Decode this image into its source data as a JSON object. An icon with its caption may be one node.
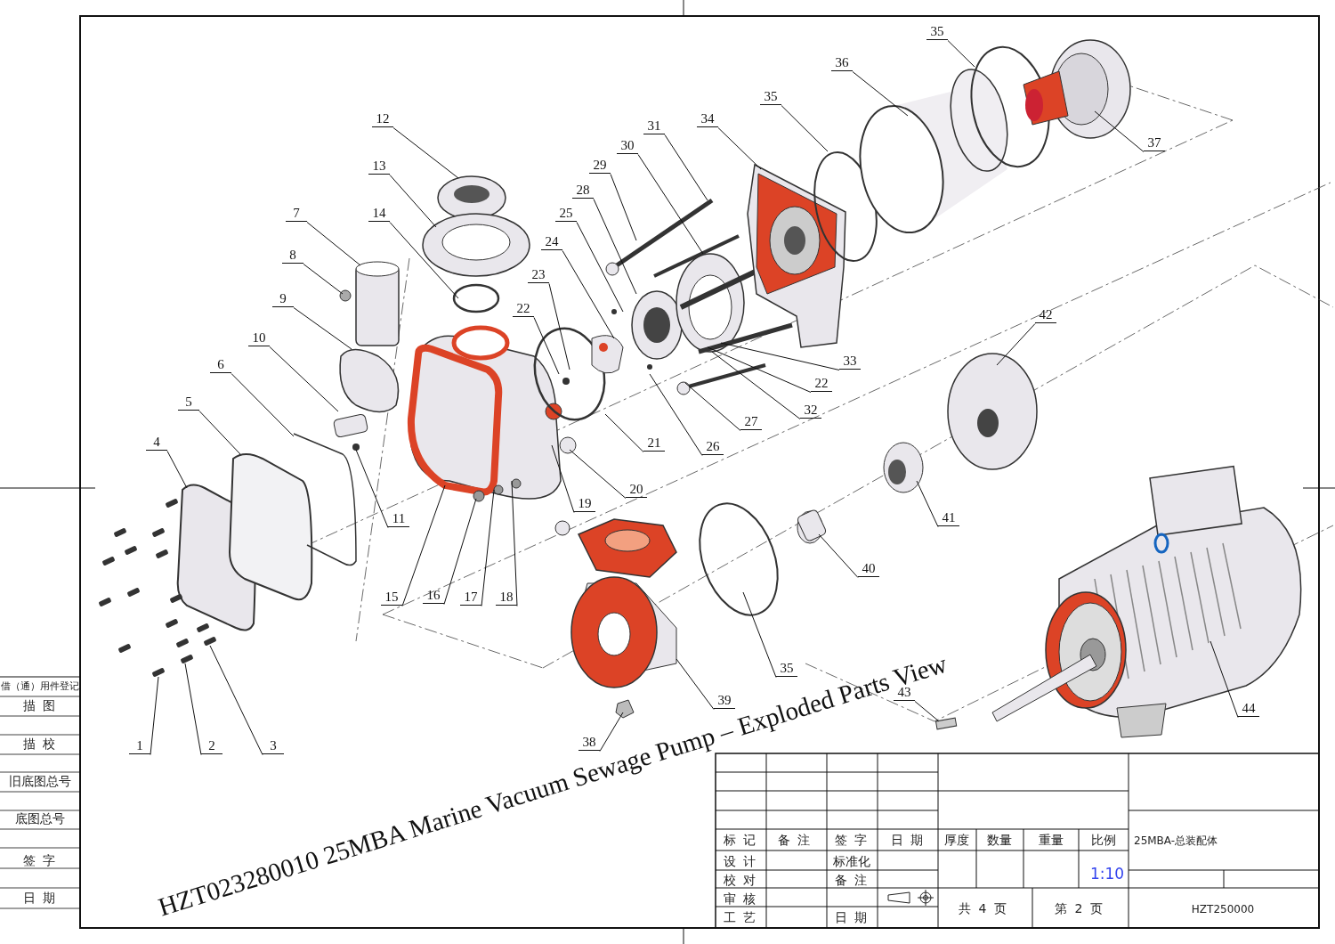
{
  "diagram": {
    "title": "HZT023280010 25MBA Marine Vacuum Sewage Pump – Exploded Parts View",
    "nodes": [
      {
        "text": [
          "1"
        ]
      },
      {
        "text": [
          "2"
        ]
      },
      {
        "text": [
          "3"
        ]
      },
      {
        "text": [
          "4"
        ]
      },
      {
        "text": [
          "5"
        ]
      },
      {
        "text": [
          "6"
        ]
      },
      {
        "text": [
          "7"
        ]
      },
      {
        "text": [
          "8"
        ]
      },
      {
        "text": [
          "9"
        ]
      },
      {
        "text": [
          "10"
        ]
      },
      {
        "text": [
          "11"
        ]
      },
      {
        "text": [
          "12"
        ]
      },
      {
        "text": [
          "13"
        ]
      },
      {
        "text": [
          "14"
        ]
      },
      {
        "text": [
          "15"
        ]
      },
      {
        "text": [
          "16"
        ]
      },
      {
        "text": [
          "17"
        ]
      },
      {
        "text": [
          "18"
        ]
      },
      {
        "text": [
          "19"
        ]
      },
      {
        "text": [
          "20"
        ]
      },
      {
        "text": [
          "21"
        ]
      },
      {
        "text": [
          "22"
        ]
      },
      {
        "text": [
          "22"
        ]
      },
      {
        "text": [
          "23"
        ]
      },
      {
        "text": [
          "24"
        ]
      },
      {
        "text": [
          "25"
        ]
      },
      {
        "text": [
          "26"
        ]
      },
      {
        "text": [
          "27"
        ]
      },
      {
        "text": [
          "28"
        ]
      },
      {
        "text": [
          "29"
        ]
      },
      {
        "text": [
          "30"
        ]
      },
      {
        "text": [
          "31"
        ]
      },
      {
        "text": [
          "32"
        ]
      },
      {
        "text": [
          "33"
        ]
      },
      {
        "text": [
          "34"
        ]
      },
      {
        "text": [
          "35"
        ]
      },
      {
        "text": [
          "35"
        ]
      },
      {
        "text": [
          "35"
        ]
      },
      {
        "text": [
          "36"
        ]
      },
      {
        "text": [
          "37"
        ]
      },
      {
        "text": [
          "38"
        ]
      },
      {
        "text": [
          "39"
        ]
      },
      {
        "text": [
          "40"
        ]
      },
      {
        "text": [
          "41"
        ]
      },
      {
        "text": [
          "42"
        ]
      },
      {
        "text": [
          "43"
        ]
      },
      {
        "text": [
          "44"
        ]
      }
    ],
    "edges": [
      {
        "from": 0,
        "to": null,
        "arrow": "none"
      },
      {
        "from": 1,
        "to": null,
        "arrow": "none"
      },
      {
        "from": 2,
        "to": null,
        "arrow": "none"
      },
      {
        "from": 3,
        "to": null,
        "arrow": "none"
      },
      {
        "from": 4,
        "to": null,
        "arrow": "none"
      },
      {
        "from": 5,
        "to": null,
        "arrow": "none"
      },
      {
        "from": 6,
        "to": null,
        "arrow": "none"
      },
      {
        "from": 7,
        "to": null,
        "arrow": "none"
      },
      {
        "from": 8,
        "to": null,
        "arrow": "none"
      },
      {
        "from": 9,
        "to": null,
        "arrow": "none"
      },
      {
        "from": 10,
        "to": null,
        "arrow": "none"
      },
      {
        "from": 11,
        "to": null,
        "arrow": "none"
      },
      {
        "from": 12,
        "to": null,
        "arrow": "none"
      },
      {
        "from": 13,
        "to": null,
        "arrow": "none"
      },
      {
        "from": 14,
        "to": null,
        "arrow": "none"
      },
      {
        "from": 15,
        "to": null,
        "arrow": "none"
      },
      {
        "from": 16,
        "to": null,
        "arrow": "none"
      },
      {
        "from": 17,
        "to": null,
        "arrow": "none"
      },
      {
        "from": 18,
        "to": null,
        "arrow": "none"
      },
      {
        "from": 19,
        "to": null,
        "arrow": "none"
      },
      {
        "from": 20,
        "to": null,
        "arrow": "none"
      },
      {
        "from": 21,
        "to": null,
        "arrow": "none"
      },
      {
        "from": 22,
        "to": null,
        "arrow": "none"
      },
      {
        "from": 23,
        "to": null,
        "arrow": "none"
      },
      {
        "from": 24,
        "to": null,
        "arrow": "none"
      },
      {
        "from": 25,
        "to": null,
        "arrow": "none"
      },
      {
        "from": 26,
        "to": null,
        "arrow": "none"
      },
      {
        "from": 27,
        "to": null,
        "arrow": "none"
      },
      {
        "from": 28,
        "to": null,
        "arrow": "none"
      },
      {
        "from": 29,
        "to": null,
        "arrow": "none"
      },
      {
        "from": 30,
        "to": null,
        "arrow": "none"
      },
      {
        "from": 31,
        "to": null,
        "arrow": "none"
      },
      {
        "from": 32,
        "to": null,
        "arrow": "none"
      },
      {
        "from": 33,
        "to": null,
        "arrow": "none"
      },
      {
        "from": 34,
        "to": null,
        "arrow": "none"
      },
      {
        "from": 35,
        "to": null,
        "arrow": "none"
      },
      {
        "from": 36,
        "to": null,
        "arrow": "none"
      },
      {
        "from": 37,
        "to": null,
        "arrow": "none"
      },
      {
        "from": 38,
        "to": null,
        "arrow": "none"
      },
      {
        "from": 39,
        "to": null,
        "arrow": "none"
      },
      {
        "from": 40,
        "to": null,
        "arrow": "none"
      },
      {
        "from": 41,
        "to": null,
        "arrow": "none"
      },
      {
        "from": 42,
        "to": null,
        "arrow": "none"
      },
      {
        "from": 43,
        "to": null,
        "arrow": "none"
      },
      {
        "from": 44,
        "to": null,
        "arrow": "none"
      },
      {
        "from": 45,
        "to": null,
        "arrow": "none"
      },
      {
        "from": 46,
        "to": null,
        "arrow": "none"
      }
    ],
    "labels": [
      "借（通）用件登记",
      "描 图",
      "描 校",
      "旧底图总号",
      "底图总号",
      "签 字",
      "日 期",
      "标 记",
      "备 注",
      "签 字",
      "日 期",
      "厚度",
      "数量",
      "重量",
      "比例",
      "25MBA-总装配体",
      "设 计",
      "标准化",
      "1:10",
      "校 对",
      "备 注",
      "审 核",
      "工 艺",
      "日 期",
      "共 4 页",
      "第 2 页",
      "HZT250000"
    ]
  }
}
